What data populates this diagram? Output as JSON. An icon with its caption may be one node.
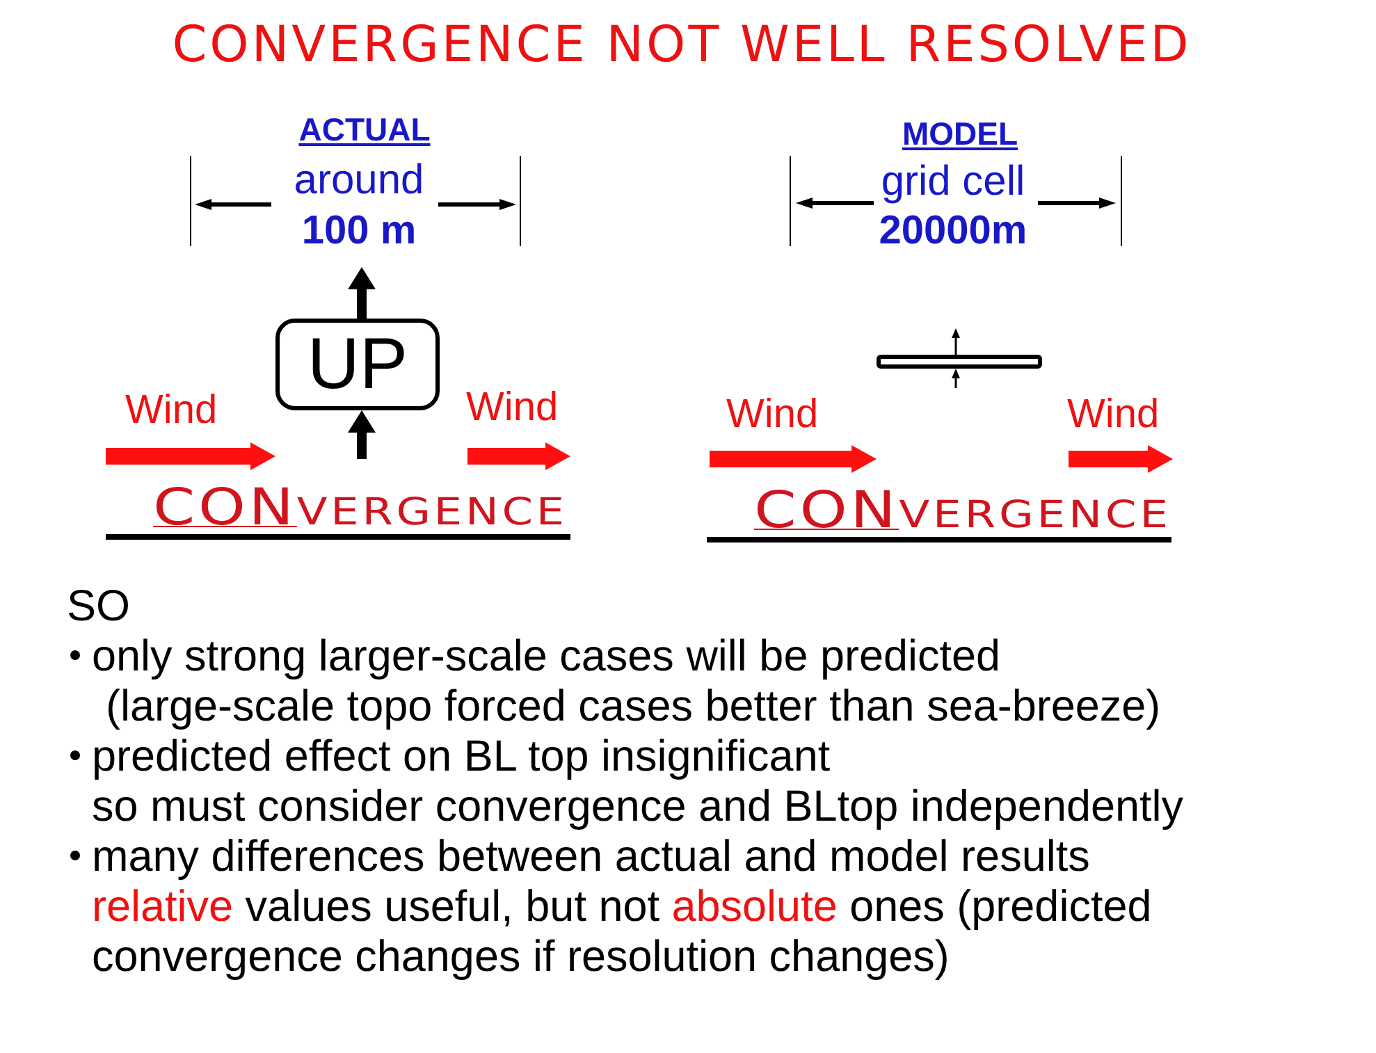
{
  "diagram": {
    "title": "CONVERGENCE NOT WELL RESOLVED",
    "nodes": [
      {
        "text": [
          "UP"
        ]
      },
      {
        "text": [],
        "shape": "box"
      }
    ],
    "edges": [
      {
        "from": null,
        "to": 0,
        "arrow": "to",
        "style": "thick"
      },
      {
        "from": 0,
        "to": null,
        "arrow": "to",
        "style": "thick"
      },
      {
        "from": null,
        "to": 1,
        "arrow": "to"
      },
      {
        "from": 1,
        "to": null,
        "arrow": "to"
      }
    ],
    "labels": [
      "ACTUAL",
      "around",
      "100 m",
      "Wind",
      "Wind",
      "**CON**VERGENCE",
      "MODEL",
      "grid cell",
      "20000m",
      "Wind",
      "Wind",
      "**CON**VERGENCE",
      "SO",
      "only strong larger-scale cases will be predicted",
      "(large-scale topo forced cases better than sea-breeze)",
      "predicted effect on BL top insignificant",
      "so must consider convergence and BLtop independently",
      "many differences between actual and model results",
      "*relative* values useful, but not *absolute* ones (predicted convergence changes if resolution changes)"
    ]
  }
}
